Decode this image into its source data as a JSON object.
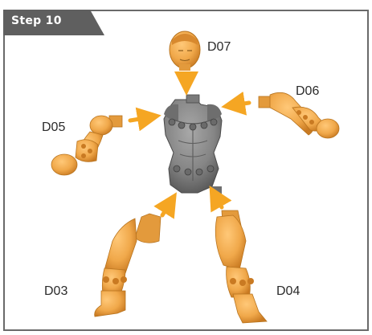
{
  "step": {
    "label": "Step 10"
  },
  "parts": {
    "head": "D07",
    "arm_right": "D06",
    "arm_left": "D05",
    "leg_left": "D03",
    "leg_right": "D04"
  },
  "colors": {
    "frame": "#6a6a6a",
    "tab": "#5f5f5f",
    "arrow": "#f5a623",
    "part_fill": "#f0a84a",
    "part_shade": "#c97a22",
    "torso_fill": "#8a8a8a",
    "torso_shade": "#5a5a5a"
  }
}
